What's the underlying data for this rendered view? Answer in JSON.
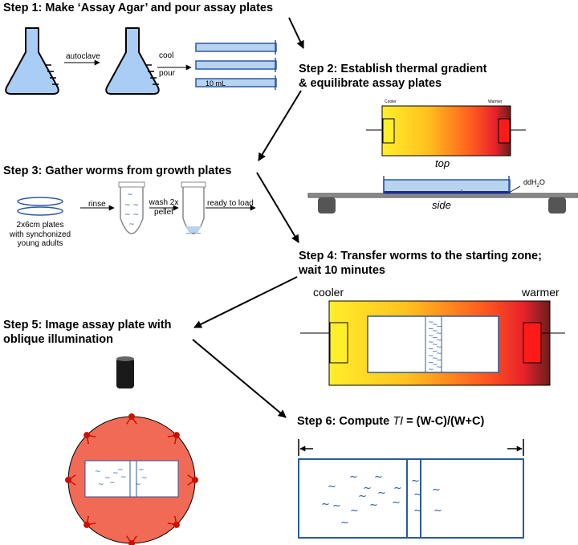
{
  "steps": {
    "s1": "Step 1: Make ‘Assay Agar’ and pour assay plates",
    "s2a": "Step 2: Establish thermal gradient",
    "s2b": "& equilibrate assay plates",
    "s3": "Step 3: Gather worms from growth plates",
    "s4a": "Step 4: Transfer worms to the starting zone;",
    "s4b": "wait 10 minutes",
    "s5a": "Step 5: Image assay plate with",
    "s5b": "oblique illumination",
    "s6_prefix": "Step 6: Compute ",
    "s6_ti": "TI",
    "s6_formula": " = (W-C)/(W+C)"
  },
  "step1": {
    "autoclave": "autoclave",
    "cool": "cool",
    "pour": "pour",
    "volume": "10 mL"
  },
  "step2": {
    "cooler": "Cooler",
    "warmer": "Warmer",
    "top": "top",
    "side": "side",
    "water_a": "ddH",
    "water_sub": "2",
    "water_b": "O"
  },
  "step3": {
    "plates_line1": "2x6cm plates",
    "plates_line2": "with synchonized",
    "plates_line3": "young adults",
    "rinse": "rinse",
    "wash_line1": "wash 2x",
    "wash_line2": "pellet",
    "ready": "ready to load"
  },
  "step4": {
    "cooler": "cooler",
    "warmer": "warmer"
  },
  "colors": {
    "flask": "#a9cdf4",
    "plate": "#b8d3f0",
    "outline": "#2c5aa0",
    "worm": "#2c5aa0",
    "dish": "#f06a55",
    "lamp": "#cc1100"
  },
  "icons": [
    "flask-icon",
    "petri-dish-icon",
    "tube-icon",
    "camera-icon",
    "lamp-icon",
    "worm-icon",
    "arrow-icon"
  ]
}
